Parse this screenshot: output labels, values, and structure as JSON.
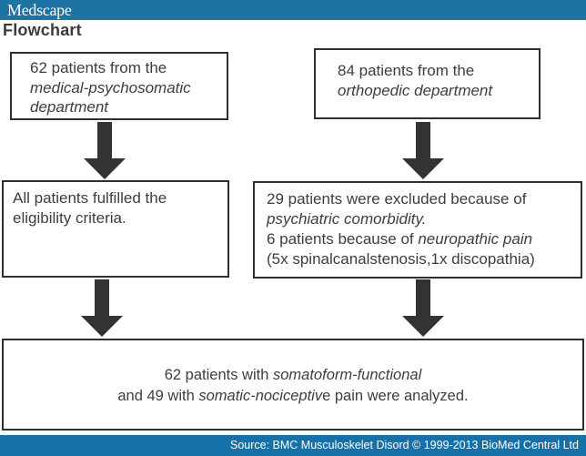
{
  "header": {
    "logo": "Medscape",
    "bar_color": "#1d73a4"
  },
  "title": "Flowchart",
  "flowchart": {
    "box_top_left": {
      "line1": "62 patients from the",
      "line2_italic": "medical-psychosomatic",
      "line3_italic": "department"
    },
    "box_top_right": {
      "line1": "84 patients from the",
      "line2_italic": "orthopedic department"
    },
    "box_mid_left": {
      "line1": "All patients fulfilled the",
      "line2": "eligibility criteria."
    },
    "box_mid_right": {
      "line1": "29 patients were excluded because of",
      "line2_italic": "psychiatric comorbidity.",
      "line3_prefix": "6 patients because of ",
      "line3_italic": "neuropathic pain",
      "line4": "(5x spinalcanalstenosis,1x discopathia)"
    },
    "box_bottom": {
      "line1_prefix": "62 patients with ",
      "line1_italic": "somatoform-functional",
      "line2_prefix": "and 49 with ",
      "line2_italic": "somatic-nociceptiv",
      "line2_suffix": "e pain were analyzed."
    }
  },
  "footer": {
    "source": "Source: BMC Musculoskelet Disord © 1999-2013 BioMed Central Ltd",
    "bar_color": "#1571a7"
  },
  "colors": {
    "box_border": "#2f2f2f",
    "arrow": "#333333",
    "text": "#3d3d3d"
  }
}
